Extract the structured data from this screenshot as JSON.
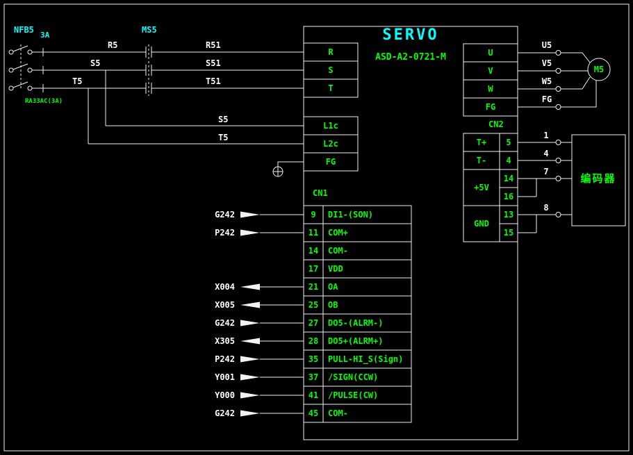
{
  "colors": {
    "background": "#000000",
    "wire": "#f2f2f2",
    "accent_green": "#00ff00",
    "accent_cyan": "#00ffff",
    "label_white": "#ffffff"
  },
  "breaker": {
    "name": "NFB5",
    "rating": "3A",
    "model": "RA33AC(3A)"
  },
  "contactor": {
    "name": "MS5"
  },
  "wires": {
    "r5": "R5",
    "s5": "S5",
    "t5": "T5",
    "r51": "R51",
    "s51": "S51",
    "t51": "T51",
    "s5_ctrl": "S5",
    "t5_ctrl": "T5",
    "u5": "U5",
    "v5": "V5",
    "w5": "W5",
    "fg": "FG"
  },
  "servo": {
    "title": "SERVO",
    "model": "ASD-A2-0721-M",
    "input_terminals": [
      "R",
      "S",
      "T"
    ],
    "ctrl_terminals": [
      "L1c",
      "L2c",
      "FG"
    ],
    "output_terminals": [
      "U",
      "V",
      "W",
      "FG"
    ]
  },
  "cn1": {
    "label": "CN1",
    "rows": [
      {
        "pin": "9",
        "desc": "DI1-(SON)",
        "signal": "G242",
        "dir": "in"
      },
      {
        "pin": "11",
        "desc": "COM+",
        "signal": "P242",
        "dir": "in"
      },
      {
        "pin": "14",
        "desc": "COM-",
        "signal": "",
        "dir": ""
      },
      {
        "pin": "17",
        "desc": "VDD",
        "signal": "",
        "dir": ""
      },
      {
        "pin": "21",
        "desc": "OA",
        "signal": "X004",
        "dir": "out"
      },
      {
        "pin": "25",
        "desc": "OB",
        "signal": "X005",
        "dir": "out"
      },
      {
        "pin": "27",
        "desc": "DO5-(ALRM-)",
        "signal": "G242",
        "dir": "in"
      },
      {
        "pin": "28",
        "desc": "DO5+(ALRM+)",
        "signal": "X305",
        "dir": "out"
      },
      {
        "pin": "35",
        "desc": "PULL-HI_S(Sign)",
        "signal": "P242",
        "dir": "in"
      },
      {
        "pin": "37",
        "desc": "/SIGN(CCW)",
        "signal": "Y001",
        "dir": "in"
      },
      {
        "pin": "41",
        "desc": "/PULSE(CW)",
        "signal": "Y000",
        "dir": "in"
      },
      {
        "pin": "45",
        "desc": "COM-",
        "signal": "G242",
        "dir": "in"
      }
    ]
  },
  "cn2": {
    "label": "CN2",
    "terminals": [
      "T+",
      "T-",
      "+5V",
      "GND"
    ],
    "pins": [
      "5",
      "4",
      "14",
      "16",
      "13",
      "15"
    ],
    "wire_numbers": [
      "1",
      "4",
      "7",
      "8"
    ]
  },
  "motor": {
    "label": "M5"
  },
  "encoder": {
    "label": "编码器"
  }
}
